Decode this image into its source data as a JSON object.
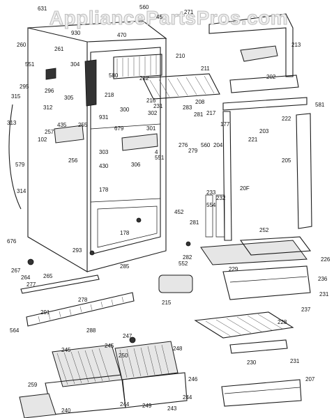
{
  "watermark": "AppliancePartsPros.com",
  "callouts": [
    {
      "id": "631",
      "text": "631"
    },
    {
      "id": "560a",
      "text": "560"
    },
    {
      "id": "271",
      "text": "271"
    },
    {
      "id": "45",
      "text": "45"
    },
    {
      "id": "930",
      "text": "930"
    },
    {
      "id": "470",
      "text": "470"
    },
    {
      "id": "260",
      "text": "260"
    },
    {
      "id": "261",
      "text": "261"
    },
    {
      "id": "210",
      "text": "210"
    },
    {
      "id": "213",
      "text": "213"
    },
    {
      "id": "551a",
      "text": "551"
    },
    {
      "id": "304",
      "text": "304"
    },
    {
      "id": "211",
      "text": "211"
    },
    {
      "id": "202",
      "text": "202"
    },
    {
      "id": "295",
      "text": "295"
    },
    {
      "id": "296",
      "text": "296"
    },
    {
      "id": "580",
      "text": "580"
    },
    {
      "id": "212",
      "text": "212"
    },
    {
      "id": "305",
      "text": "305"
    },
    {
      "id": "218",
      "text": "218"
    },
    {
      "id": "315",
      "text": "315"
    },
    {
      "id": "312",
      "text": "312"
    },
    {
      "id": "216",
      "text": "216"
    },
    {
      "id": "231a",
      "text": "231"
    },
    {
      "id": "208",
      "text": "208"
    },
    {
      "id": "581",
      "text": "581"
    },
    {
      "id": "300",
      "text": "300"
    },
    {
      "id": "283",
      "text": "283"
    },
    {
      "id": "302",
      "text": "302"
    },
    {
      "id": "281a",
      "text": "281"
    },
    {
      "id": "217",
      "text": "217"
    },
    {
      "id": "931",
      "text": "931"
    },
    {
      "id": "313",
      "text": "313"
    },
    {
      "id": "435",
      "text": "435"
    },
    {
      "id": "255",
      "text": "255"
    },
    {
      "id": "679",
      "text": "679"
    },
    {
      "id": "301",
      "text": "301"
    },
    {
      "id": "177",
      "text": "177"
    },
    {
      "id": "222",
      "text": "222"
    },
    {
      "id": "257",
      "text": "257"
    },
    {
      "id": "203",
      "text": "203"
    },
    {
      "id": "102",
      "text": "102"
    },
    {
      "id": "221",
      "text": "221"
    },
    {
      "id": "276",
      "text": "276"
    },
    {
      "id": "560b",
      "text": "560"
    },
    {
      "id": "204",
      "text": "204"
    },
    {
      "id": "279",
      "text": "279"
    },
    {
      "id": "303",
      "text": "303"
    },
    {
      "id": "4",
      "text": "4"
    },
    {
      "id": "551b",
      "text": "551"
    },
    {
      "id": "256",
      "text": "256"
    },
    {
      "id": "306",
      "text": "306"
    },
    {
      "id": "205",
      "text": "205"
    },
    {
      "id": "579",
      "text": "579"
    },
    {
      "id": "430",
      "text": "430"
    },
    {
      "id": "178a",
      "text": "178"
    },
    {
      "id": "20F",
      "text": "20F"
    },
    {
      "id": "314",
      "text": "314"
    },
    {
      "id": "233",
      "text": "233"
    },
    {
      "id": "232",
      "text": "232"
    },
    {
      "id": "554",
      "text": "554"
    },
    {
      "id": "452",
      "text": "452"
    },
    {
      "id": "281b",
      "text": "281"
    },
    {
      "id": "252",
      "text": "252"
    },
    {
      "id": "178b",
      "text": "178"
    },
    {
      "id": "676",
      "text": "676"
    },
    {
      "id": "293",
      "text": "293"
    },
    {
      "id": "282",
      "text": "282"
    },
    {
      "id": "226",
      "text": "226"
    },
    {
      "id": "552",
      "text": "552"
    },
    {
      "id": "267",
      "text": "267"
    },
    {
      "id": "285",
      "text": "285"
    },
    {
      "id": "229",
      "text": "229"
    },
    {
      "id": "264",
      "text": "264"
    },
    {
      "id": "265",
      "text": "265"
    },
    {
      "id": "236",
      "text": "236"
    },
    {
      "id": "277",
      "text": "277"
    },
    {
      "id": "215",
      "text": "215"
    },
    {
      "id": "231b",
      "text": "231"
    },
    {
      "id": "237",
      "text": "237"
    },
    {
      "id": "278",
      "text": "278"
    },
    {
      "id": "291",
      "text": "291"
    },
    {
      "id": "564",
      "text": "564"
    },
    {
      "id": "288",
      "text": "288"
    },
    {
      "id": "228",
      "text": "228"
    },
    {
      "id": "247",
      "text": "247"
    },
    {
      "id": "245a",
      "text": "245"
    },
    {
      "id": "245b",
      "text": "245"
    },
    {
      "id": "250",
      "text": "250"
    },
    {
      "id": "248",
      "text": "248"
    },
    {
      "id": "230",
      "text": "230"
    },
    {
      "id": "231c",
      "text": "231"
    },
    {
      "id": "246",
      "text": "246"
    },
    {
      "id": "207",
      "text": "207"
    },
    {
      "id": "259",
      "text": "259"
    },
    {
      "id": "244a",
      "text": "244"
    },
    {
      "id": "244b",
      "text": "244"
    },
    {
      "id": "249",
      "text": "249"
    },
    {
      "id": "243",
      "text": "243"
    },
    {
      "id": "240",
      "text": "240"
    }
  ]
}
